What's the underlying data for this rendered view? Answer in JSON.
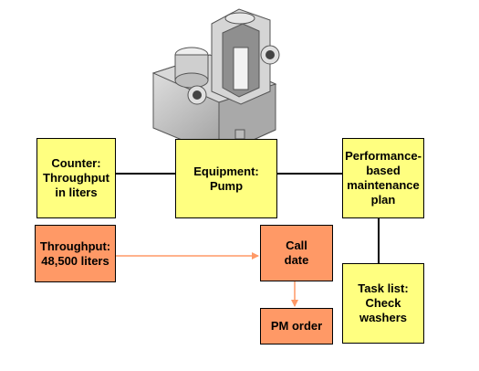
{
  "nodes": {
    "counter": {
      "label": "Counter:\nThroughput\nin liters"
    },
    "equipment": {
      "label": "Equipment:\nPump"
    },
    "plan": {
      "label": "Performance-\nbased\nmaintenance\nplan"
    },
    "throughput": {
      "label": "Throughput:\n48,500 liters"
    },
    "call_date": {
      "label": "Call\ndate"
    },
    "pm_order": {
      "label": "PM order"
    },
    "task_list": {
      "label": "Task list:\nCheck\nwashers"
    }
  },
  "image": {
    "icon": "pump-icon"
  },
  "colors": {
    "yellow_box": "#ffff80",
    "orange_box": "#ff9966",
    "connector": "#000000",
    "arrow": "#ff9966"
  }
}
